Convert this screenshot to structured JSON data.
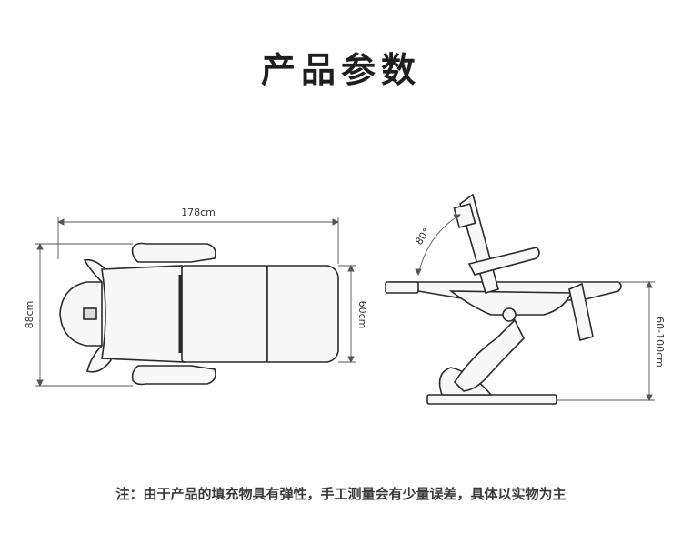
{
  "title": "产品参数",
  "dimensions": {
    "length": "178cm",
    "width": "88cm",
    "seat_width": "60cm",
    "height": "60-100cm",
    "angle": "80°"
  },
  "note": "注：由于产品的填充物具有弹性，手工测量会有少量误差，具体以实物为主",
  "colors": {
    "line": "#2a2a2a",
    "fill": "#f7f7f7",
    "dim": "#555555"
  }
}
